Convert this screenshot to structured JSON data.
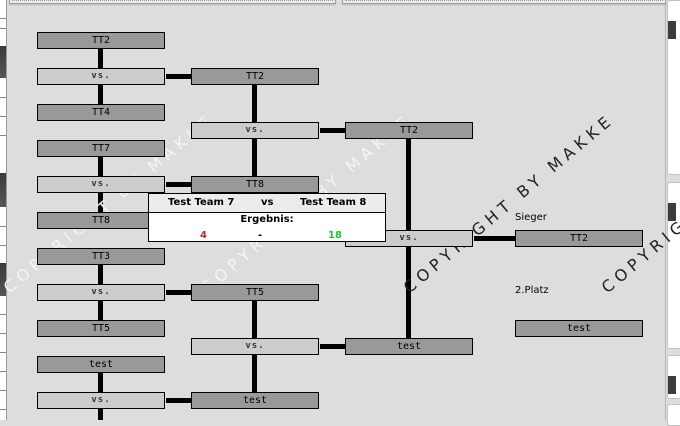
{
  "bracket": {
    "round1": [
      {
        "team_a": "TT2",
        "vs": "vs.",
        "team_b": "TT4"
      },
      {
        "team_a": "TT7",
        "vs": "vs.",
        "team_b": "TT8"
      },
      {
        "team_a": "TT3",
        "vs": "vs.",
        "team_b": "TT5"
      },
      {
        "team_a": "test",
        "vs": "vs.",
        "team_b": ""
      }
    ],
    "round2": [
      {
        "team_a": "TT2",
        "vs": "vs.",
        "team_b": "TT8"
      },
      {
        "team_a": "TT5",
        "vs": "vs.",
        "team_b": "test"
      }
    ],
    "round3": [
      {
        "team_a": "TT2",
        "vs": "vs.",
        "team_b": "test"
      }
    ],
    "final": {
      "winner_label": "Sieger",
      "winner": "TT2",
      "second_label": "2.Platz",
      "second": "test"
    }
  },
  "popup": {
    "team_a": "Test Team 7",
    "vs": "vs",
    "team_b": "Test Team 8",
    "result_label": "Ergebnis:",
    "score_a": "4",
    "separator": "-",
    "score_b": "18",
    "colors": {
      "score_a": "#a33333",
      "score_b": "#33bb33"
    }
  },
  "watermark": {
    "text": "COPYRIGHT BY MAKKE"
  }
}
